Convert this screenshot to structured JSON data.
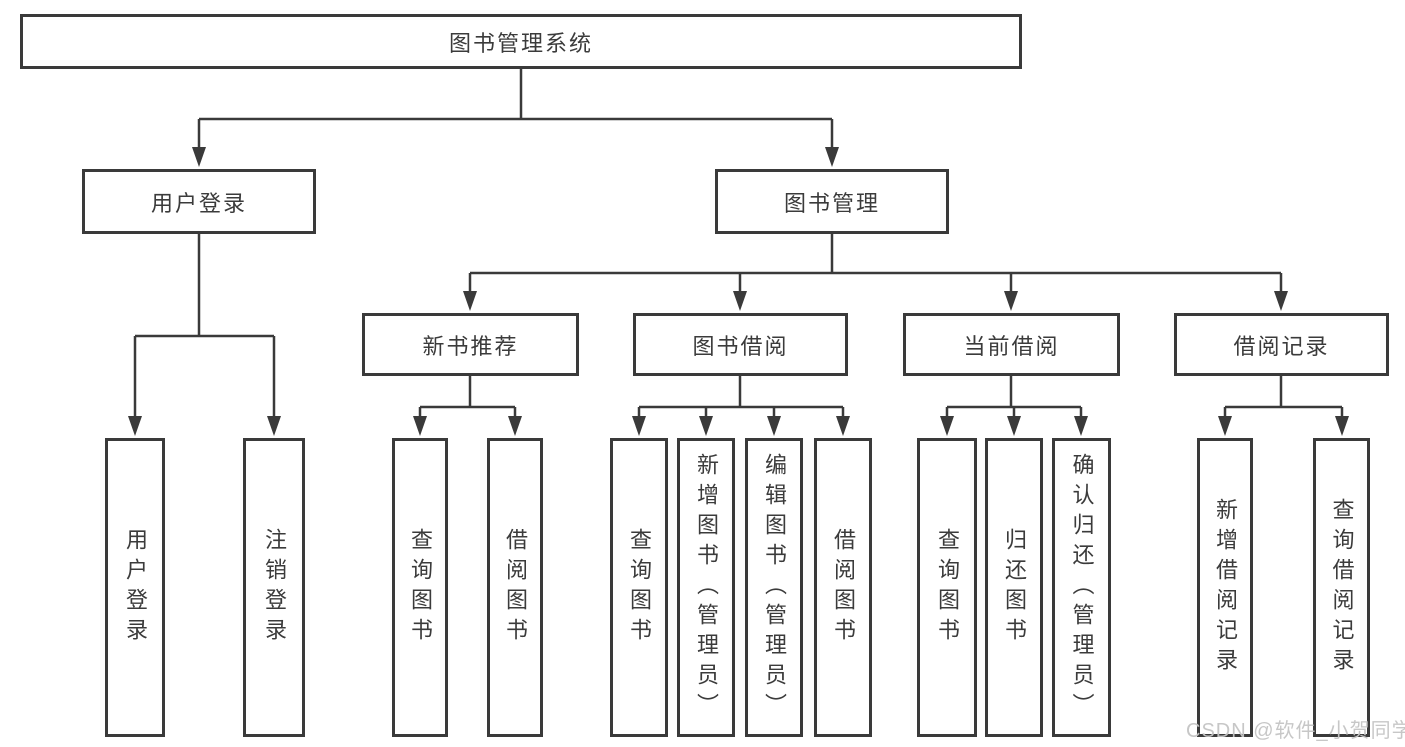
{
  "diagram": {
    "root": {
      "label": "图书管理系统"
    },
    "level2": [
      {
        "label": "用户登录"
      },
      {
        "label": "图书管理"
      }
    ],
    "level3": [
      {
        "label": "新书推荐"
      },
      {
        "label": "图书借阅"
      },
      {
        "label": "当前借阅"
      },
      {
        "label": "借阅记录"
      }
    ],
    "leaves": [
      {
        "label": "用户登录"
      },
      {
        "label": "注销登录"
      },
      {
        "label": "查询图书"
      },
      {
        "label": "借阅图书"
      },
      {
        "label": "查询图书"
      },
      {
        "label": "新增图书（管理员）"
      },
      {
        "label": "编辑图书（管理员）"
      },
      {
        "label": "借阅图书"
      },
      {
        "label": "查询图书"
      },
      {
        "label": "归还图书"
      },
      {
        "label": "确认归还（管理员）"
      },
      {
        "label": "新增借阅记录"
      },
      {
        "label": "查询借阅记录"
      }
    ]
  },
  "watermark": {
    "text": "CSDN @软件_小贺同学"
  },
  "colors": {
    "line": "#3a3a3a",
    "text": "#3b3b3b",
    "watermark": "#c4c4c4",
    "background": "#ffffff"
  }
}
